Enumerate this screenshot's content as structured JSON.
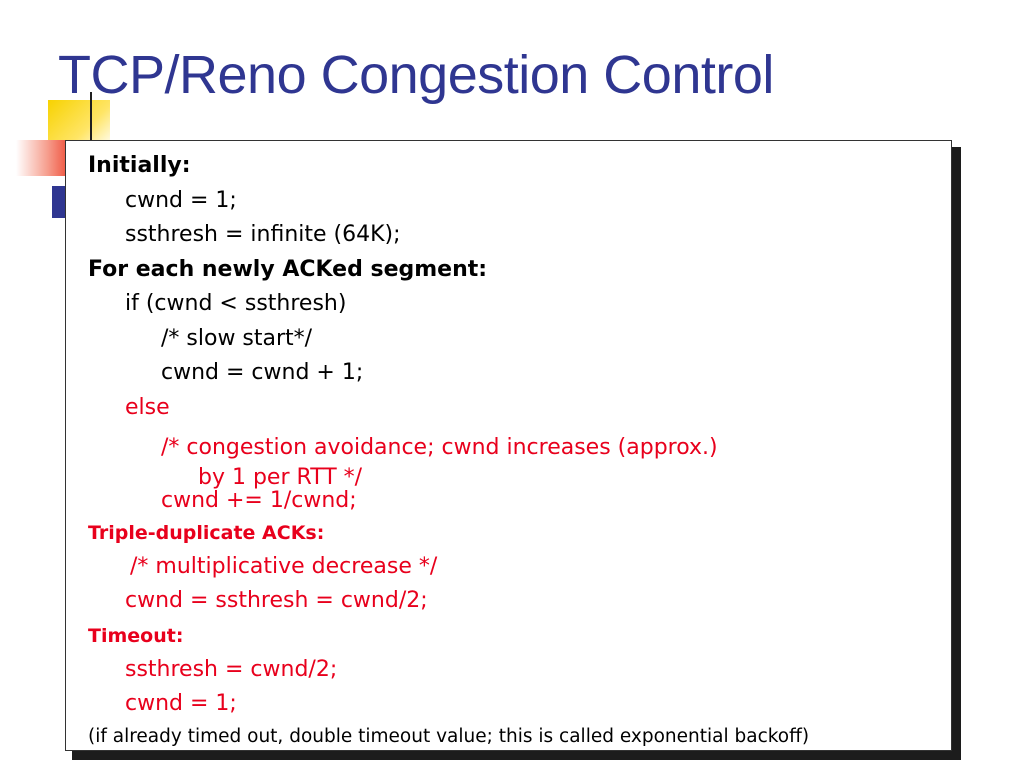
{
  "slide": {
    "title": "TCP/Reno Congestion Control",
    "hidden_bullet_text": "T",
    "colors": {
      "title": "#2f3691",
      "text": "#000000",
      "highlight": "#e8001c",
      "deco_yellow": "#f7d200",
      "deco_red": "#ee4630"
    }
  },
  "code_box": {
    "lines": [
      {
        "text": "Initially:",
        "style": "bold",
        "indent": 0,
        "color": "text"
      },
      {
        "text": "cwnd = 1;",
        "style": "normal",
        "indent": 1,
        "color": "text"
      },
      {
        "text": "ssthresh = infinite (64K);",
        "style": "normal",
        "indent": 1,
        "color": "text"
      },
      {
        "text": "For each newly ACKed segment:",
        "style": "bold",
        "indent": 0,
        "color": "text"
      },
      {
        "text": "if (cwnd < ssthresh)",
        "style": "normal",
        "indent": 1,
        "color": "text"
      },
      {
        "text": "/* slow start*/",
        "style": "normal",
        "indent": 2,
        "color": "text"
      },
      {
        "text": "cwnd = cwnd + 1;",
        "style": "normal",
        "indent": 2,
        "color": "text"
      },
      {
        "text": "else",
        "style": "normal",
        "indent": 1,
        "color": "highlight"
      },
      {
        "text": "/* congestion avoidance; cwnd increases (approx.)",
        "style": "tight",
        "indent": 2,
        "color": "highlight"
      },
      {
        "text": "by 1 per RTT */",
        "style": "tight",
        "indent": 3,
        "color": "highlight"
      },
      {
        "text": "cwnd += 1/cwnd;",
        "style": "tight",
        "indent": 2,
        "color": "highlight"
      },
      {
        "text": "Triple-duplicate ACKs:",
        "style": "header",
        "indent": 0,
        "color": "highlight"
      },
      {
        "text": "/* multiplicative decrease */",
        "style": "normal",
        "indent": 1.5,
        "color": "highlight"
      },
      {
        "text": "cwnd = ssthresh = cwnd/2;",
        "style": "normal",
        "indent": 1,
        "color": "highlight"
      },
      {
        "text": "Timeout:",
        "style": "header",
        "indent": 0,
        "color": "highlight"
      },
      {
        "text": "ssthresh = cwnd/2;",
        "style": "normal",
        "indent": 1,
        "color": "highlight"
      },
      {
        "text": "cwnd = 1;",
        "style": "normal",
        "indent": 1,
        "color": "highlight"
      },
      {
        "text": "(if already timed out, double timeout value; this is called exponential backoff)",
        "style": "note",
        "indent": 0,
        "color": "text"
      }
    ]
  }
}
